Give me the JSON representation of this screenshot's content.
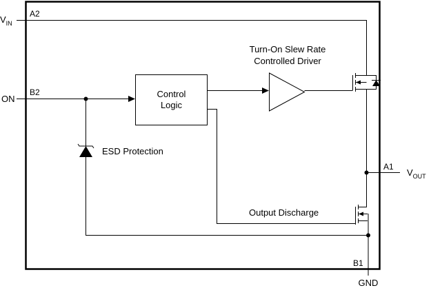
{
  "signals": {
    "vin_main": "V",
    "vin_sub": "IN",
    "on": "ON",
    "vout_main": "V",
    "vout_sub": "OUT",
    "gnd": "GND"
  },
  "pins": {
    "a2": "A2",
    "b2": "B2",
    "a1": "A1",
    "b1": "B1"
  },
  "blocks": {
    "control_line1": "Control",
    "control_line2": "Logic",
    "driver_line1": "Turn-On Slew Rate",
    "driver_line2": "Controlled Driver",
    "esd": "ESD Protection",
    "discharge": "Output Discharge"
  }
}
